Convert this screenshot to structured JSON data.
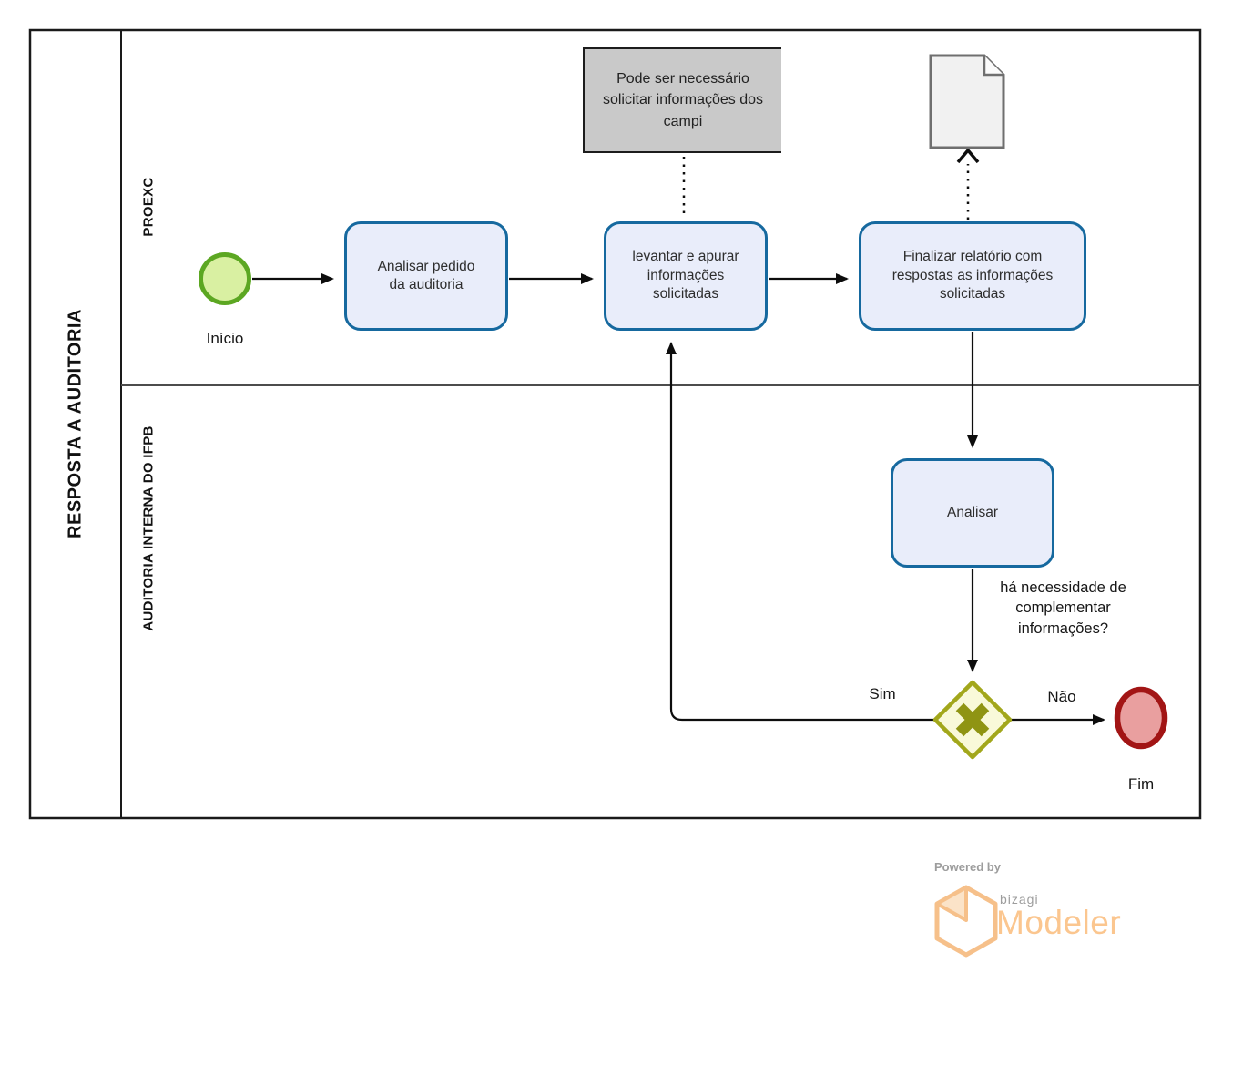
{
  "colors": {
    "task-fill": "#e9edfa",
    "task-border": "#16699f",
    "start-fill": "#d9f0a2",
    "start-stroke": "#5ca722",
    "end-fill": "#e99f9f",
    "end-stroke": "#a21515",
    "gateway-fill": "#f9f9d9",
    "gateway-stroke": "#a2a71b",
    "gateway-x": "#8f9413",
    "annotation-fill": "#c9c9c9",
    "doc-fill": "#f1f1f1",
    "doc-stroke": "#6f6f6f",
    "logo-orange": "#f6c08a",
    "logo-orange-light": "#fbe3c8",
    "logo-text": "#fbc68f",
    "logo-gray": "#9d9d9d"
  },
  "pool": {
    "title": "RESPOSTA A AUDITORIA",
    "lanes": [
      {
        "label": "PROEXC"
      },
      {
        "label": "AUDITORIA INTERNA DO IFPB"
      }
    ]
  },
  "nodes": {
    "start_event": {
      "label": "Início"
    },
    "task_analisar_pedido": {
      "label": "Analisar pedido da auditoria"
    },
    "task_levantar": {
      "label": "levantar e apurar informações solicitadas"
    },
    "task_finalizar": {
      "label": "Finalizar relatório com respostas as informações solicitadas"
    },
    "task_analisar": {
      "label": "Analisar"
    },
    "gateway_exclusive": {
      "question": "há necessidade de complementar informações?"
    },
    "end_event": {
      "label": "Fim"
    },
    "annotation": {
      "text": "Pode ser necessário solicitar informações dos campi"
    },
    "data_object": {
      "icon": "document-icon"
    }
  },
  "edges": {
    "sim_label": "Sim",
    "nao_label": "Não"
  },
  "footer": {
    "powered_by": "Powered by",
    "brand": "bizagi",
    "product": "Modeler"
  }
}
